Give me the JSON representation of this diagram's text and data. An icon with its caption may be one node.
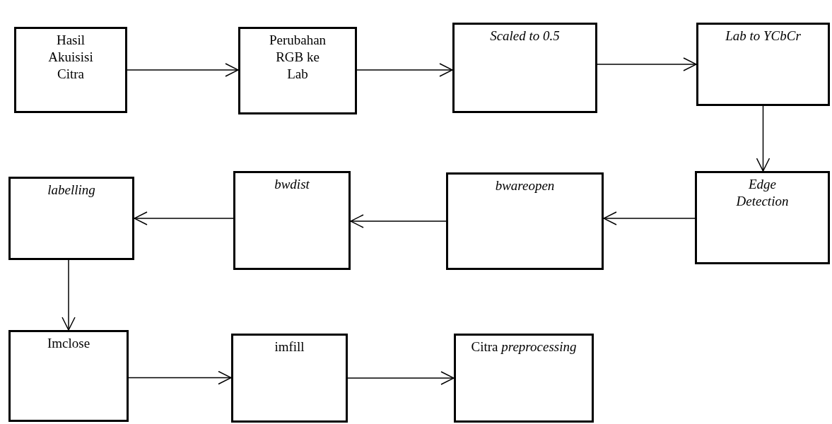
{
  "diagram": {
    "nodes": [
      {
        "text": [
          "Hasil Akuisisi Citra"
        ]
      },
      {
        "text": [
          "Perubahan RGB ke Lab"
        ]
      },
      {
        "text": [
          "Scaled to 0.5"
        ]
      },
      {
        "text": [
          "Lab to YCbCr"
        ]
      },
      {
        "text": [
          "Edge Detection"
        ]
      },
      {
        "text": [
          "bwareopen"
        ]
      },
      {
        "text": [
          "bwdist"
        ]
      },
      {
        "text": [
          "labelling"
        ]
      },
      {
        "text": [
          "Imclose"
        ]
      },
      {
        "text": [
          "imfill"
        ]
      },
      {
        "text": [
          "Citra *preprocessing*"
        ]
      }
    ],
    "edges": [
      {
        "from": 0,
        "to": 1,
        "arrow": "to"
      },
      {
        "from": 1,
        "to": 2,
        "arrow": "to"
      },
      {
        "from": 2,
        "to": 3,
        "arrow": "to"
      },
      {
        "from": 3,
        "to": 4,
        "arrow": "to"
      },
      {
        "from": 4,
        "to": 5,
        "arrow": "to"
      },
      {
        "from": 5,
        "to": 6,
        "arrow": "to"
      },
      {
        "from": 6,
        "to": 7,
        "arrow": "to"
      },
      {
        "from": 7,
        "to": 8,
        "arrow": "to"
      },
      {
        "from": 8,
        "to": 9,
        "arrow": "to"
      },
      {
        "from": 9,
        "to": 10,
        "arrow": "to"
      }
    ]
  }
}
